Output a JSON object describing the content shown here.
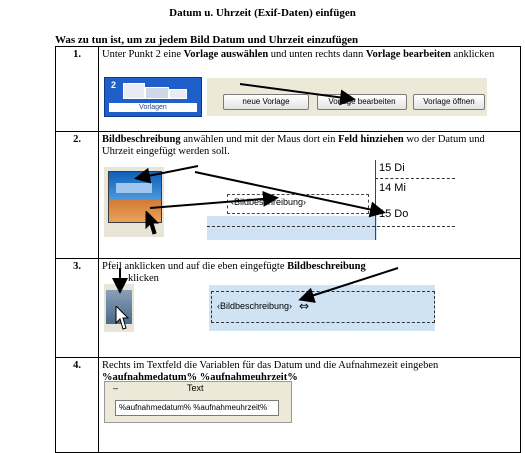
{
  "title": "Datum u. Uhrzeit (Exif-Daten) einfügen",
  "subtitle": "Was zu tun ist, um zu jedem Bild Datum und Uhrzeit einzufügen",
  "steps": [
    {
      "number": "1.",
      "parts": [
        "Unter Punkt 2 eine ",
        "Vorlage auswählen",
        " und unten rechts dann ",
        "Vorlage bearbeiten",
        " anklicken"
      ],
      "icon_label": "Vorlagen",
      "icon_number": "2",
      "buttons": [
        "neue Vorlage",
        "Vorlage bearbeiten",
        "Vorlage öffnen"
      ]
    },
    {
      "number": "2.",
      "parts": [
        "Bildbeschreibung",
        " anwählen und mit der Maus dort ein ",
        "Feld hinziehen",
        " wo der Datum und Uhrzeit eingefügt werden soll."
      ],
      "canvas_label": "‹Bildbeschreibung›",
      "calendar": [
        "15 Di",
        "14 Mi",
        "15 Do"
      ]
    },
    {
      "number": "3.",
      "parts": [
        "Pfeil anklicken und auf die eben eingefügte ",
        "Bildbeschreibung",
        " klicken"
      ],
      "canvas_label": "‹Bildbeschreibung›"
    },
    {
      "number": "4.",
      "parts": [
        "Rechts im Textfeld die Variablen für das Datum und die Aufnahmezeit eingeben ",
        "%aufnahmedatum%  %aufnahmeuhrzeit%"
      ],
      "panel_title": "Text",
      "panel_collapse": "–",
      "text_value": "%aufnahmedatum% %aufnahmeuhrzeit%"
    }
  ],
  "colors": {
    "selection_blue": "#2a6fd6",
    "canvas_blue": "#cfe3f5",
    "arrow": "#000000"
  }
}
